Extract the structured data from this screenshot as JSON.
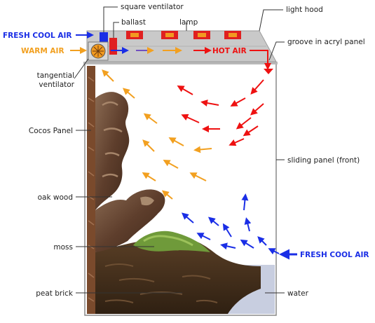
{
  "labels": {
    "square_ventilator": "square ventilator",
    "ballast": "ballast",
    "lamp": "lamp",
    "light_hood": "light hood",
    "fresh_cool_air_top": "FRESH COOL AIR",
    "warm_air": "WARM AIR",
    "hot_air": "HOT AIR",
    "groove": "groove in acryl panel",
    "tangential_line1": "tangential",
    "tangential_line2": "ventilator",
    "cocos_panel": "Cocos Panel",
    "sliding_panel": "sliding panel (front)",
    "oak_wood": "oak wood",
    "fresh_cool_air_side": "FRESH COOL AIR",
    "moss": "moss",
    "peat_brick": "peat brick",
    "water": "water"
  },
  "colors": {
    "hot_air": "#ee1111",
    "warm_air": "#f2a020",
    "cool_air": "#1a2ee6",
    "hood": "#c9c9c9",
    "lamp_red": "#e02020",
    "lamp_orange": "#f29a20",
    "water": "#c8cee0",
    "peat": "#4b3420",
    "moss": "#6f9a3a",
    "wood": "#6e4a36",
    "cocos": "#7a4a2c"
  },
  "icons": [
    "fan-icon",
    "lamp-icon",
    "arrow-icon"
  ]
}
